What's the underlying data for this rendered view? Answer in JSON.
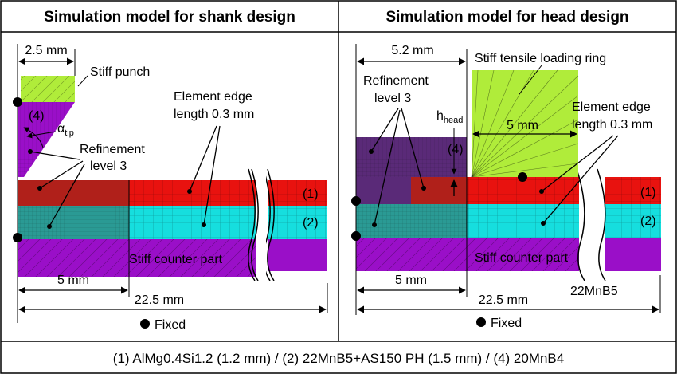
{
  "panels": {
    "left": {
      "title": "Simulation model for shank design",
      "dim_top": "2.5 mm",
      "punch": "Stiff punch",
      "layer4": "(4)",
      "alpha": "α",
      "alpha_sub": "tip",
      "refinement_l1": "Refinement",
      "refinement_l2": "level 3",
      "edge_l1": "Element edge",
      "edge_l2": "length 0.3 mm",
      "layer1": "(1)",
      "layer2": "(2)",
      "counter": "Stiff counter part",
      "dim_5": "5 mm",
      "dim_total": "22.5 mm",
      "fixed": "Fixed"
    },
    "right": {
      "title": "Simulation model for head design",
      "dim_top": "5.2 mm",
      "ring": "Stiff tensile loading ring",
      "refinement_l1": "Refinement",
      "refinement_l2": "level 3",
      "h": "h",
      "h_sub": "head",
      "layer4": "(4)",
      "dim_ring": "5 mm",
      "edge_l1": "Element edge",
      "edge_l2": "length 0.3 mm",
      "layer1": "(1)",
      "layer2": "(2)",
      "counter": "Stiff counter part",
      "dim_5": "5 mm",
      "dim_total": "22.5 mm",
      "material": "22MnB5",
      "fixed": "Fixed"
    }
  },
  "caption": "(1) AlMg0.4Si1.2 (1.2 mm) / (2) 22MnB5+AS150 PH (1.5 mm) / (4) 20MnB4",
  "colors": {
    "red": "#e8120f",
    "dark_red": "#b0201a",
    "cyan": "#16dede",
    "teal": "#2a9a94",
    "purple": "#9a0fc8",
    "dark_purple": "#5a2a78",
    "green": "#b0ec3a",
    "dot": "#000000"
  }
}
